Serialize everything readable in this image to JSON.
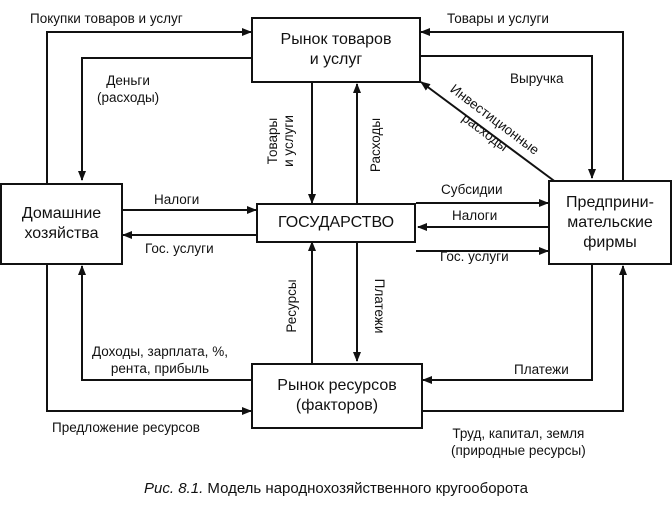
{
  "nodes": {
    "goods_market": "Рынок товаров\nи услуг",
    "households": "Домашние\nхозяйства",
    "government": "ГОСУДАРСТВО",
    "firms": "Предприни-\nмательские\nфирмы",
    "resource_market": "Рынок ресурсов\n(факторов)"
  },
  "flows": {
    "purchases": "Покупки товаров и услуг",
    "goods_services_firms": "Товары и услуги",
    "money_expenses": "Деньги\n(расходы)",
    "revenue": "Выручка",
    "investment": "Инвестиционные\nрасходы",
    "gov_goods": "Товары\nи услуги",
    "gov_expenses": "Расходы",
    "taxes_households": "Налоги",
    "subsidies": "Субсидии",
    "taxes_firms": "Налоги",
    "gov_services_households": "Гос. услуги",
    "gov_services_firms": "Гос. услуги",
    "gov_resources": "Ресурсы",
    "gov_payments": "Платежи",
    "incomes": "Доходы, зарплата, %,\nрента, прибыль",
    "firm_payments": "Платежи",
    "resource_supply": "Предложение ресурсов",
    "labor_capital": "Труд, капитал, земля\n(природные ресурсы)"
  },
  "caption": {
    "figure": "Рис. 8.1.",
    "title": "Модель народнохозяйственного кругооборота"
  }
}
